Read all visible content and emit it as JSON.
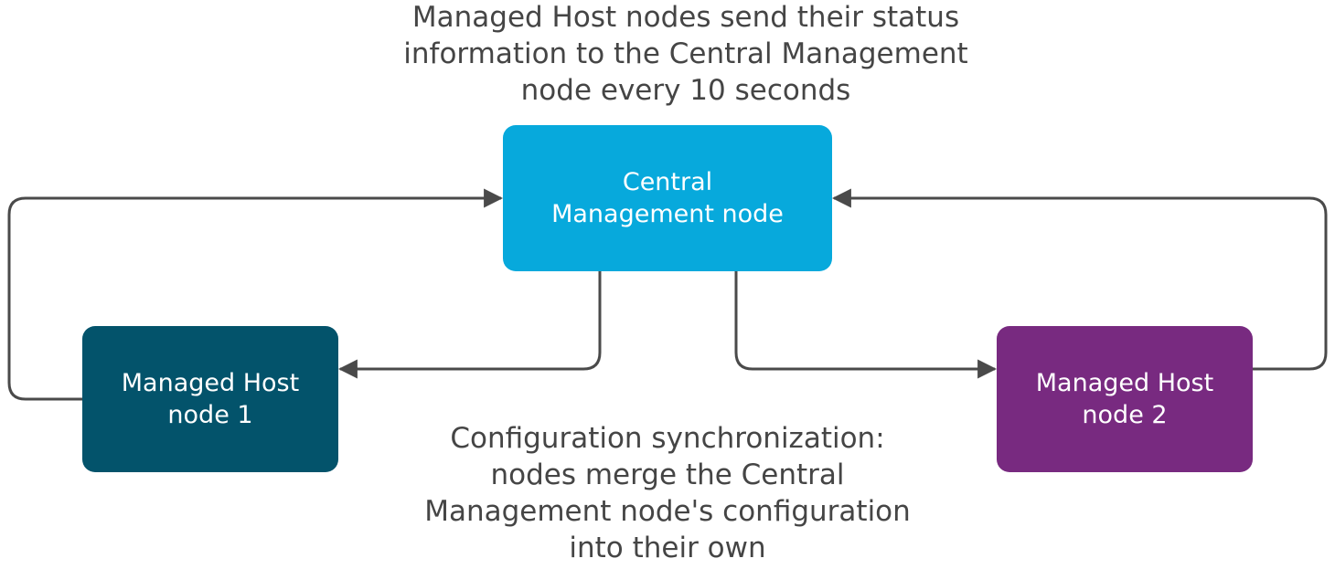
{
  "captions": {
    "status": {
      "lines": [
        "Managed Host nodes send their status",
        "information to the Central Management",
        "node every 10 seconds"
      ]
    },
    "sync": {
      "lines": [
        "Configuration synchronization:",
        "nodes merge the Central",
        "Management node's configuration",
        "into their own"
      ]
    }
  },
  "nodes": {
    "central": {
      "lines": [
        "Central",
        "Management node"
      ],
      "color": "#07a9dc"
    },
    "host1": {
      "lines": [
        "Managed Host",
        "node 1"
      ],
      "color": "#03536b"
    },
    "host2": {
      "lines": [
        "Managed Host",
        "node 2"
      ],
      "color": "#782a80"
    }
  },
  "connectors": {
    "color": "#4a4a4a"
  }
}
